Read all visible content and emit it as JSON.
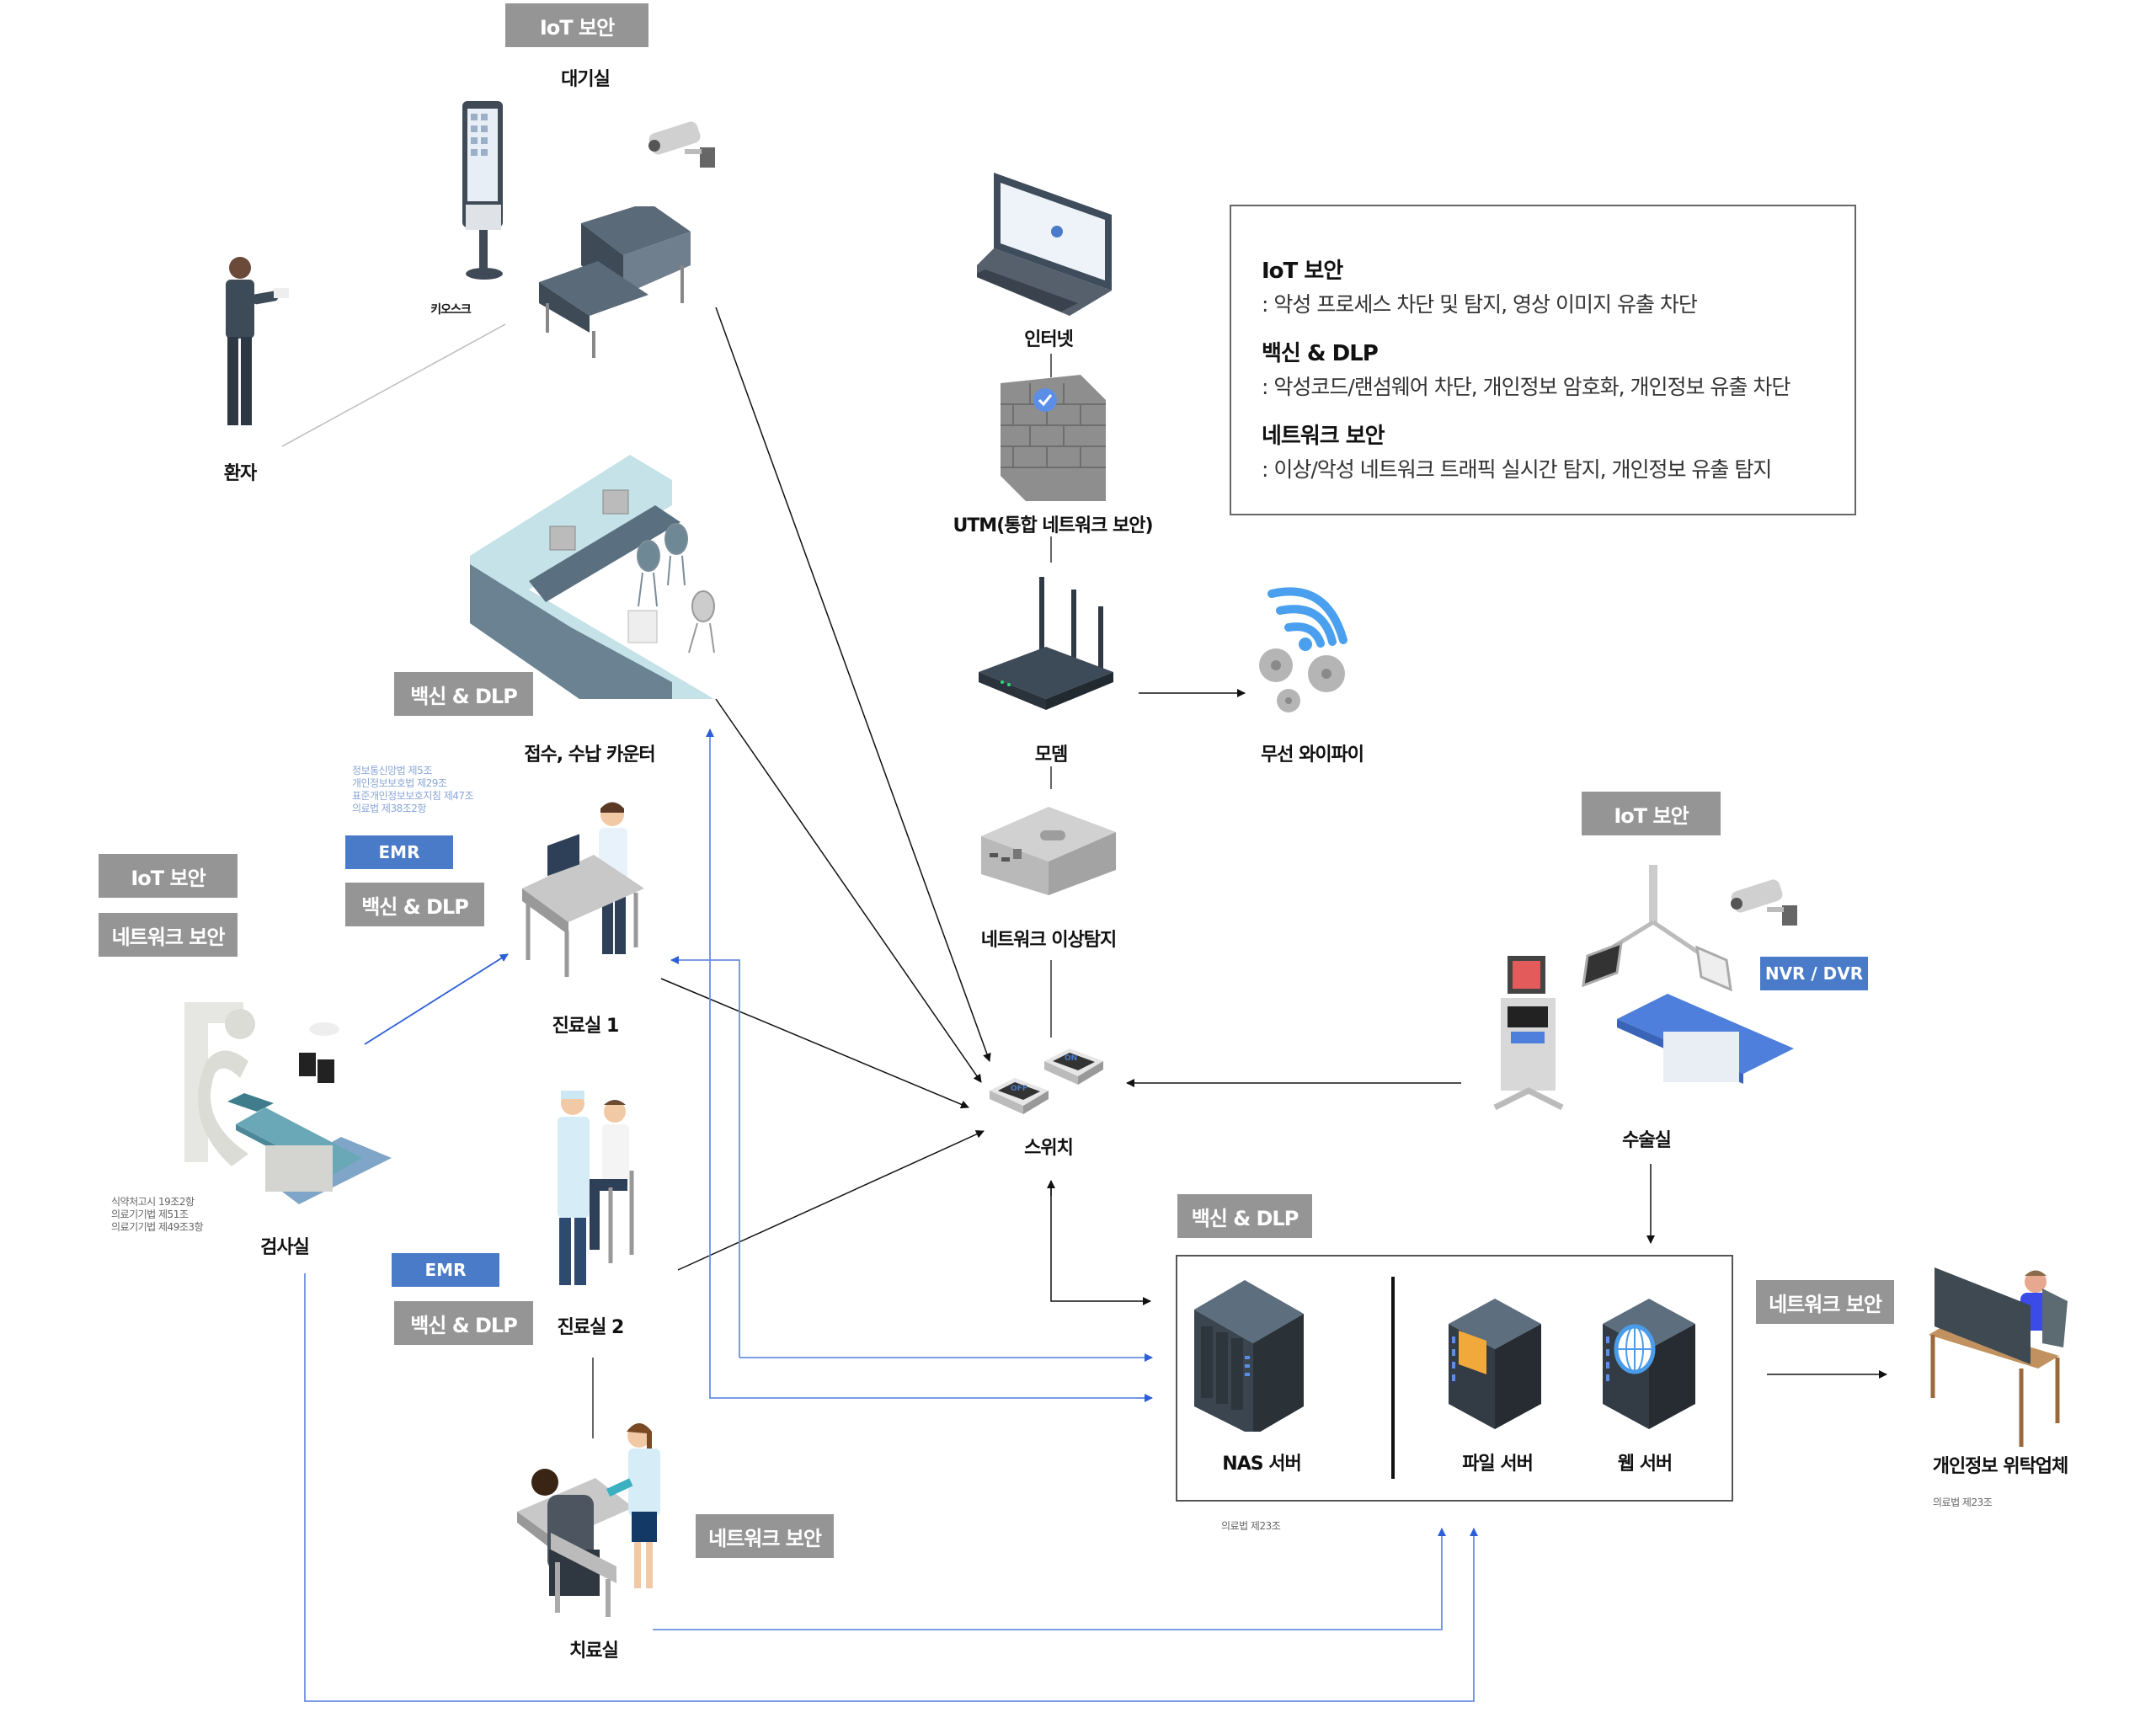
{
  "legend": {
    "items": [
      {
        "title": "IoT 보안",
        "desc": ": 악성 프로세스 차단 및 탐지, 영상 이미지 유출 차단"
      },
      {
        "title": "백신 & DLP",
        "desc": ": 악성코드/랜섬웨어 차단, 개인정보 암호화, 개인정보 유출 차단"
      },
      {
        "title": "네트워크 보안",
        "desc": ": 이상/악성 네트워크 트래픽 실시간 탐지, 개인정보 유출 탐지"
      }
    ]
  },
  "badges": {
    "iot": "IoT 보안",
    "vaccine_dlp": "백신 & DLP",
    "network": "네트워크 보안",
    "emr": "EMR",
    "nvr_dvr": "NVR / DVR"
  },
  "nodes": {
    "waiting_room": "대기실",
    "kiosk": "키오스크",
    "patient": "환자",
    "reception": "접수, 수납 카운터",
    "exam_room_1": "진료실 1",
    "exam_room_2": "진료실 2",
    "inspection_room": "검사실",
    "treatment_room": "치료실",
    "internet": "인터넷",
    "utm": "UTM(통합 네트워크 보안)",
    "modem": "모뎀",
    "wifi": "무선 와이파이",
    "network_anomaly": "네트워크 이상탐지",
    "switch": "스위치",
    "switch_on": "ON",
    "switch_off": "OFF",
    "surgery_room": "수술실",
    "nas_server": "NAS 서버",
    "file_server": "파일 서버",
    "web_server": "웹 서버",
    "outsourcer": "개인정보 위탁업체"
  },
  "laws": {
    "emr_laws": [
      "정보통신망법 제5조",
      "개인정보보호법 제29조",
      "표준개인정보보호지침 제47조",
      "의료법 제38조2항"
    ],
    "inspection_laws": [
      "식약처고시 19조2항",
      "의료기기법 제51조",
      "의료기기법 제49조3항"
    ],
    "server_law": "의료법 제23조",
    "outsourcer_law": "의료법 제23조"
  },
  "colors": {
    "badge_gray": "#959595",
    "badge_blue": "#4a7bc8",
    "arrow_blue": "#2c5fd6",
    "arrow_black": "#111111"
  }
}
